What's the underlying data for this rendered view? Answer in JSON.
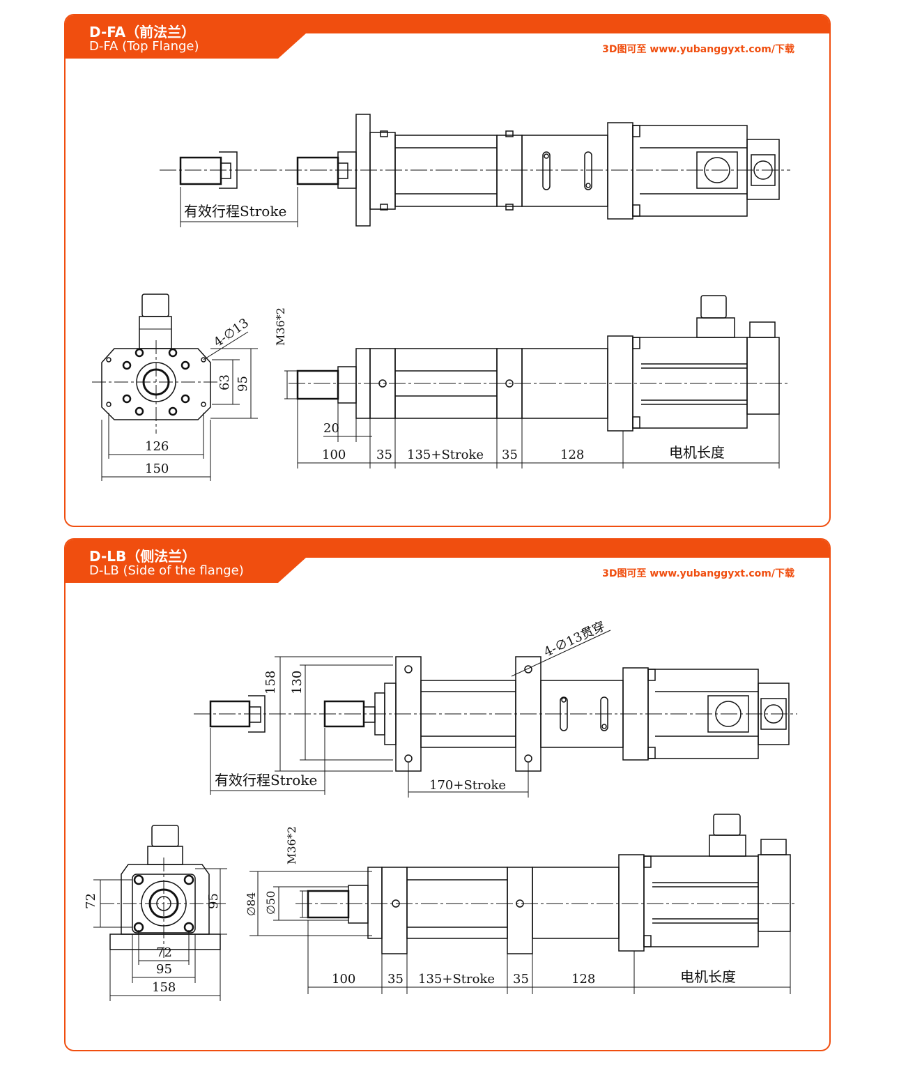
{
  "colors": {
    "accent": "#f04e0f"
  },
  "panels": [
    {
      "title": "D-FA（前法兰）",
      "subtitle": "D-FA (Top Flange)",
      "download": "3D图可至 www.yubanggyxt.com/下载",
      "labels": {
        "stroke": "有效行程Stroke",
        "holes": "4-∅13",
        "thread": "M36*2",
        "d63": "63",
        "d95": "95",
        "d126": "126",
        "d150": "150",
        "d20": "20",
        "d100": "100",
        "d35a": "35",
        "d135": "135+Stroke",
        "d35b": "35",
        "d128": "128",
        "motor": "电机长度"
      }
    },
    {
      "title": "D-LB（侧法兰）",
      "subtitle": "D-LB (Side of the flange)",
      "download": "3D图可至 www.yubanggyxt.com/下载",
      "labels": {
        "holes": "4-∅13贯穿",
        "d158v": "158",
        "d130v": "130",
        "stroke": "有效行程Stroke",
        "d170": "170+Stroke",
        "thread": "M36*2",
        "d84": "∅84",
        "d50": "∅50",
        "d72v": "72",
        "d95v": "95",
        "d72": "72",
        "d95": "95",
        "d158": "158",
        "d100": "100",
        "d35a": "35",
        "d135": "135+Stroke",
        "d35b": "35",
        "d128": "128",
        "motor": "电机长度"
      }
    }
  ]
}
